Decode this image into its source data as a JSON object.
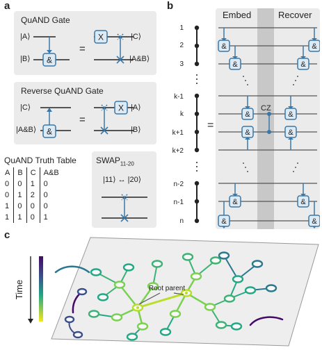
{
  "panel_a": {
    "label": "a",
    "quand": {
      "title": "QuAND Gate",
      "ket_a": "|A⟩",
      "ket_b": "|B⟩",
      "equals": "=",
      "ket_c": "|C⟩",
      "ket_ab": "|A&B⟩",
      "gate_x": "X",
      "gate_and": "&"
    },
    "reverse": {
      "title": "Reverse QuAND Gate",
      "ket_c": "|C⟩",
      "ket_ab": "|A&B⟩",
      "equals": "=",
      "ket_a": "|A⟩",
      "ket_b": "|B⟩",
      "gate_x": "X",
      "gate_and": "&"
    },
    "truth_table": {
      "title": "QuAND Truth Table",
      "headers": [
        "A",
        "B",
        "C",
        "A&B"
      ],
      "rows": [
        [
          "0",
          "0",
          "1",
          "0"
        ],
        [
          "0",
          "1",
          "2",
          "0"
        ],
        [
          "1",
          "0",
          "0",
          "0"
        ],
        [
          "1",
          "1",
          "0",
          "1"
        ]
      ]
    },
    "swap": {
      "title_main": "SWAP",
      "title_sub": "11-20",
      "mapping": "|11⟩ ↔ |20⟩"
    }
  },
  "panel_b": {
    "label": "b",
    "embed": "Embed",
    "recover": "Recover",
    "cz": "CZ",
    "equals": "=",
    "gate_and": "&",
    "qubits": [
      "1",
      "2",
      "3",
      "k-1",
      "k",
      "k+1",
      "k+2",
      "n-2",
      "n-1",
      "n"
    ]
  },
  "panel_c": {
    "label": "c",
    "time": "Time",
    "root": "Root parent",
    "colors": {
      "early": "#f5e61e",
      "mid": "#3cb274",
      "late": "#3a4f8a",
      "latest": "#440a68"
    }
  }
}
